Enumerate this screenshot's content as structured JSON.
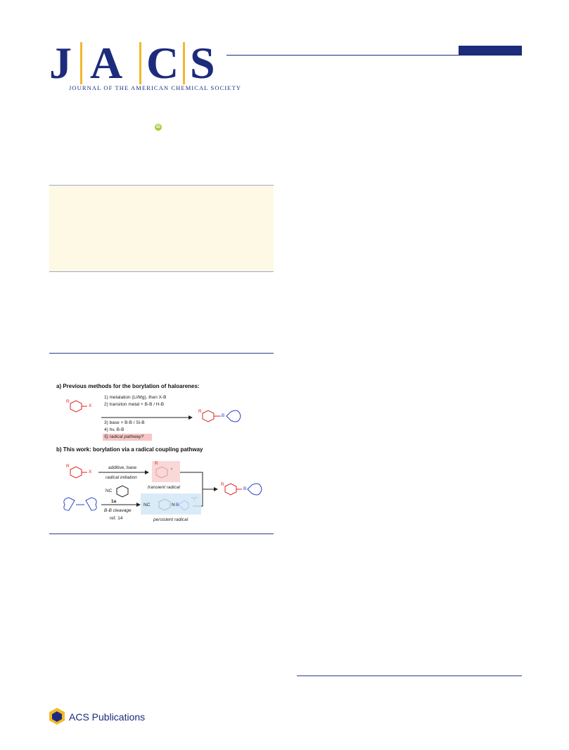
{
  "header": {
    "logo": {
      "letters": [
        "J",
        "A",
        "C",
        "S"
      ],
      "subtitle": "JOURNAL OF THE AMERICAN CHEMICAL SOCIETY"
    },
    "orcid_label": "iD",
    "colors": {
      "brand": "#1c2b7b",
      "accent": "#f2b82c",
      "abstract_bg": "#fdf9e4"
    }
  },
  "scheme": {
    "section_a": {
      "title": "a) Previous methods for the borylation of haloarenes:",
      "steps": [
        "1) metalation (Li/Mg), then X-B",
        "2) transiton metal + B-B / H-B",
        "3) base + B-B / Si-B",
        "4) hv, B-B",
        "5) radical pathway?"
      ],
      "substituent": "R",
      "leaving_group": "X",
      "boron": "B"
    },
    "section_b": {
      "title": "b) This work: borylation via a radical coupling pathway",
      "conditions_top": "additive, base",
      "conditions_top_sub": "radical initiation",
      "transient_label": "transient radical",
      "reagent_nc": "NC",
      "reagent_label": "1a",
      "cleavage_label": "B-B cleavage",
      "ref_label": "ref. 14",
      "persistent_nc": "NC",
      "persistent_n": "N",
      "persistent_b": "B",
      "persistent_label": "persistent radical"
    }
  },
  "footer": {
    "publisher": "ACS Publications"
  }
}
